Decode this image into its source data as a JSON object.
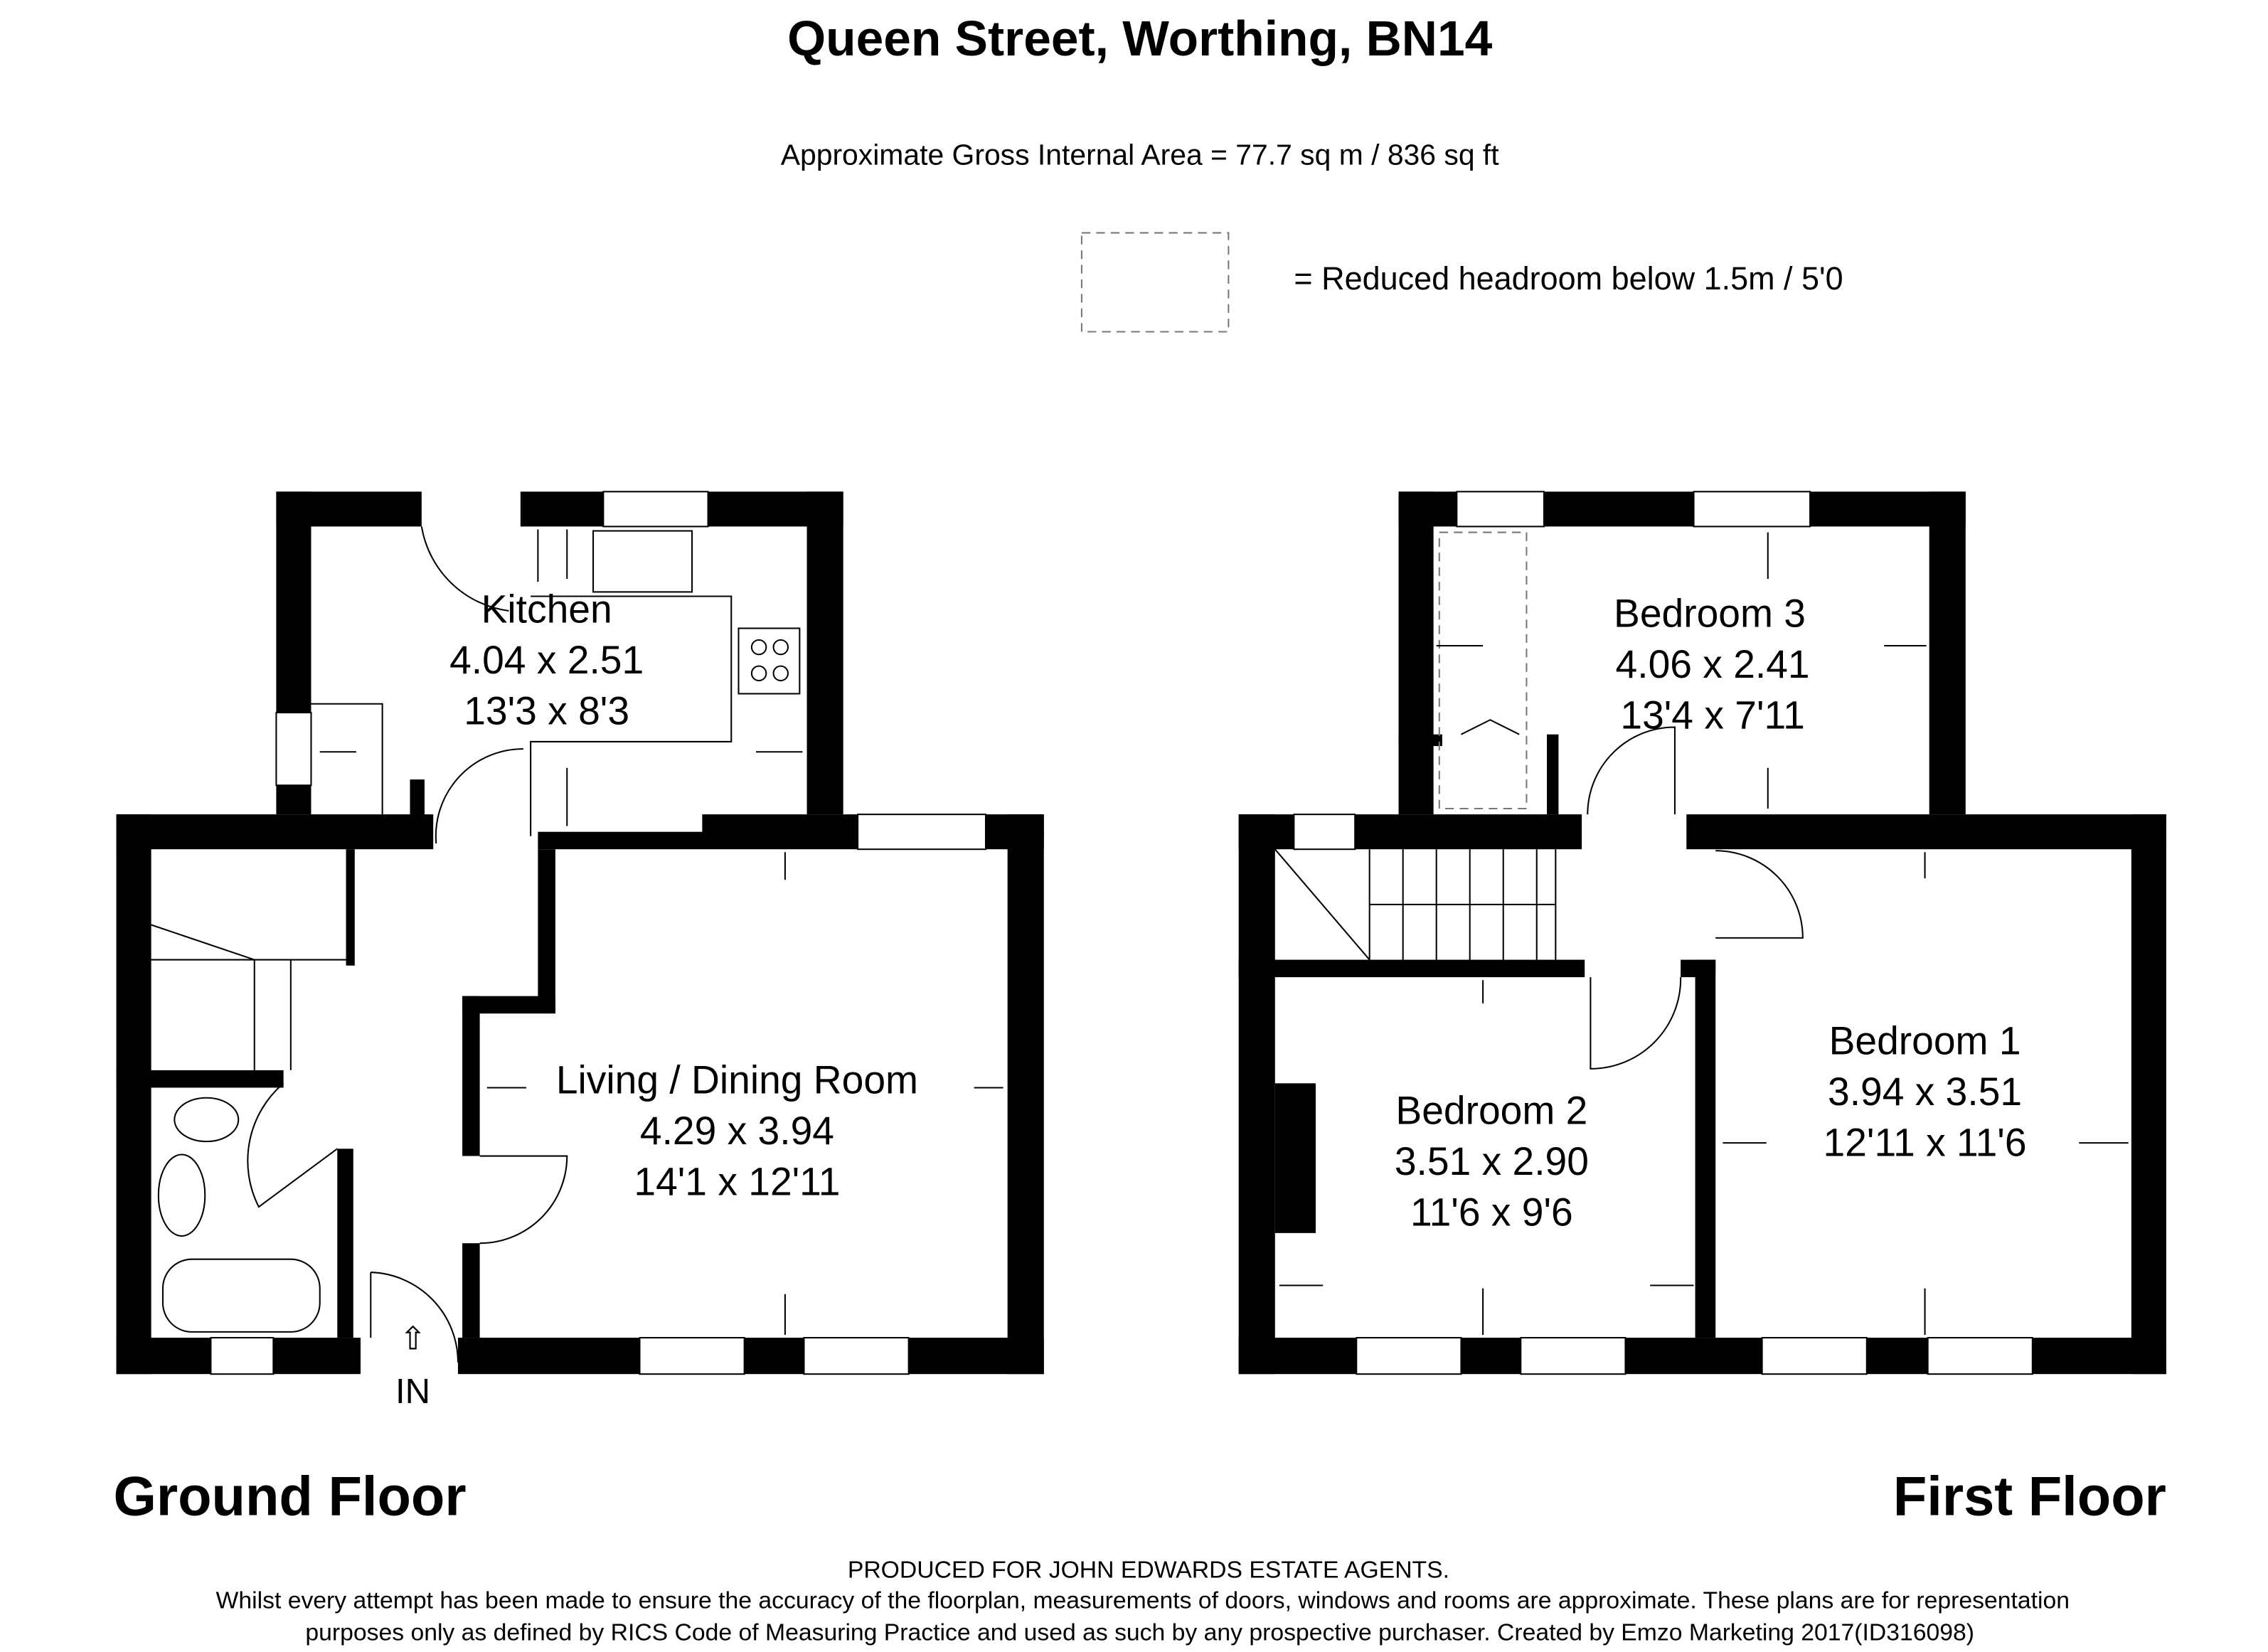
{
  "title": "Queen Street, Worthing, BN14",
  "area": "Approximate Gross Internal Area = 77.7 sq m / 836 sq ft",
  "legend": "= Reduced headroom below 1.5m / 5'0",
  "ground_floor": {
    "label": "Ground Floor",
    "entrance": "IN",
    "rooms": [
      {
        "name": "Kitchen",
        "metric": "4.04 x 2.51",
        "imperial": "13'3 x 8'3"
      },
      {
        "name": "Living / Dining Room",
        "metric": "4.29 x 3.94",
        "imperial": "14'1 x 12'11"
      }
    ]
  },
  "first_floor": {
    "label": "First Floor",
    "rooms": [
      {
        "name": "Bedroom 3",
        "metric": "4.06 x 2.41",
        "imperial": "13'4 x 7'11"
      },
      {
        "name": "Bedroom 2",
        "metric": "3.51 x 2.90",
        "imperial": "11'6 x 9'6"
      },
      {
        "name": "Bedroom 1",
        "metric": "3.94 x 3.51",
        "imperial": "12'11 x 11'6"
      }
    ]
  },
  "footer": {
    "produced": "PRODUCED FOR JOHN EDWARDS ESTATE AGENTS.",
    "line1": "Whilst every attempt has been made to ensure the accuracy of the floorplan, measurements of doors, windows and rooms are approximate. These plans are for representation",
    "line2": "purposes only as defined by RICS Code of Measuring Practice and used as such by any prospective purchaser. Created by Emzo Marketing 2017(ID316098)"
  }
}
